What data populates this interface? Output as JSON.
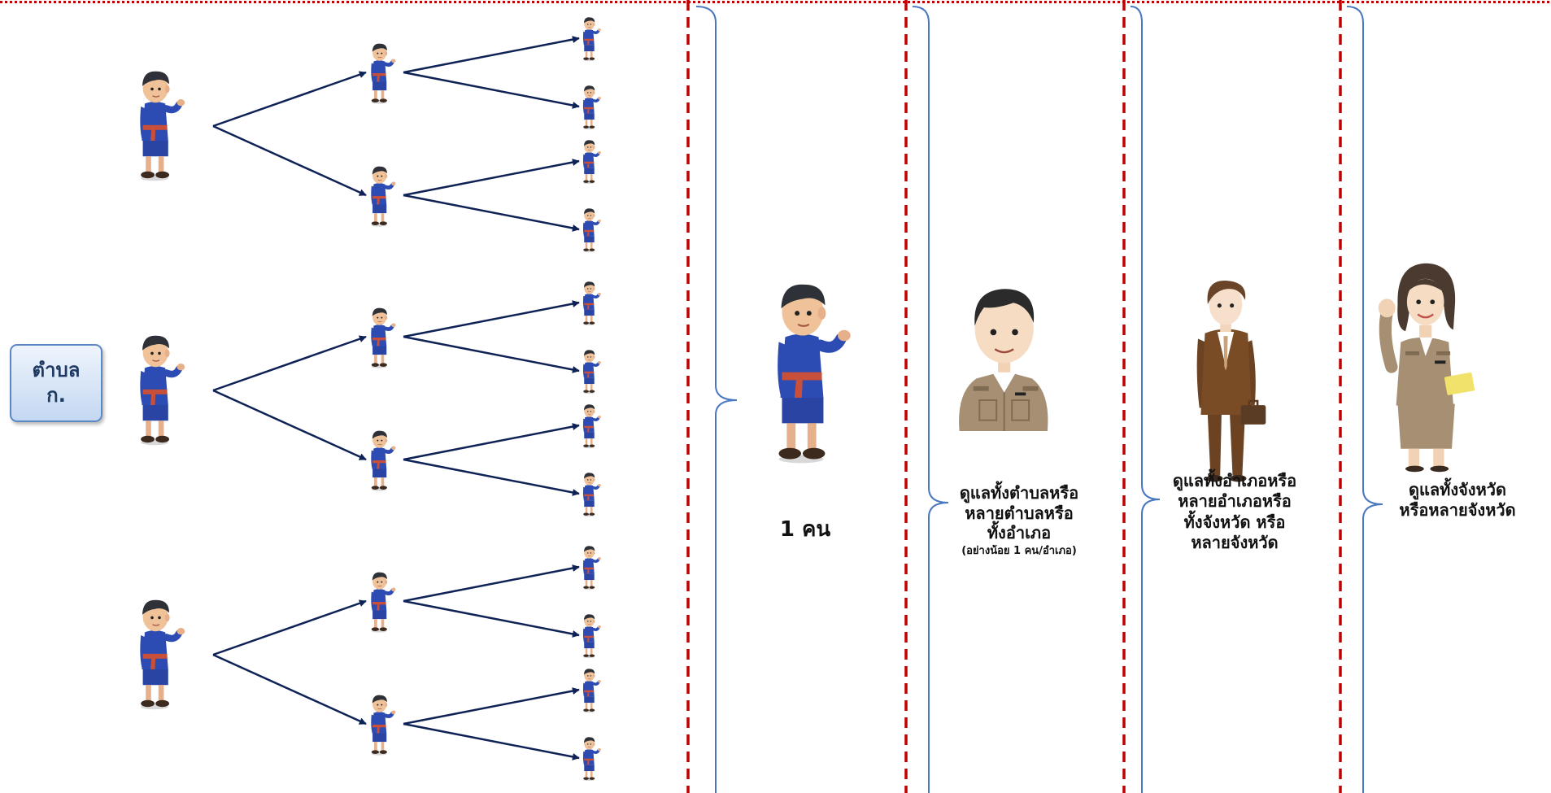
{
  "colors": {
    "arrow": "#0f2256",
    "divider": "#c00000",
    "brace": "#4a78c0",
    "box_border": "#5b87c4",
    "shirt_villager": "#2c4bb3",
    "uniform_khaki": "#a68f72",
    "suit_brown": "#6b4323"
  },
  "left_box": {
    "label": "ตำบล\nก."
  },
  "tree": {
    "groups": 3,
    "children_per_node": 2,
    "leaves_per_child": 2
  },
  "columns": [
    {
      "figure": "villager-figure",
      "label": "1 คน",
      "note": ""
    },
    {
      "figure": "officer-figure",
      "label": "ดูแลทั้งตำบลหรือ\nหลายตำบลหรือ\nทั้งอำเภอ",
      "note": "(อย่างน้อย 1 คน/อำเภอ)"
    },
    {
      "figure": "suit-man-figure",
      "label": "ดูแลทั้งอำเภอหรือ\nหลายอำเภอหรือ\nทั้งจังหวัด หรือ\nหลายจังหวัด",
      "note": ""
    },
    {
      "figure": "female-officer-figure",
      "label": "ดูแลทั้งจังหวัด\nหรือหลายจังหวัด",
      "note": ""
    }
  ]
}
